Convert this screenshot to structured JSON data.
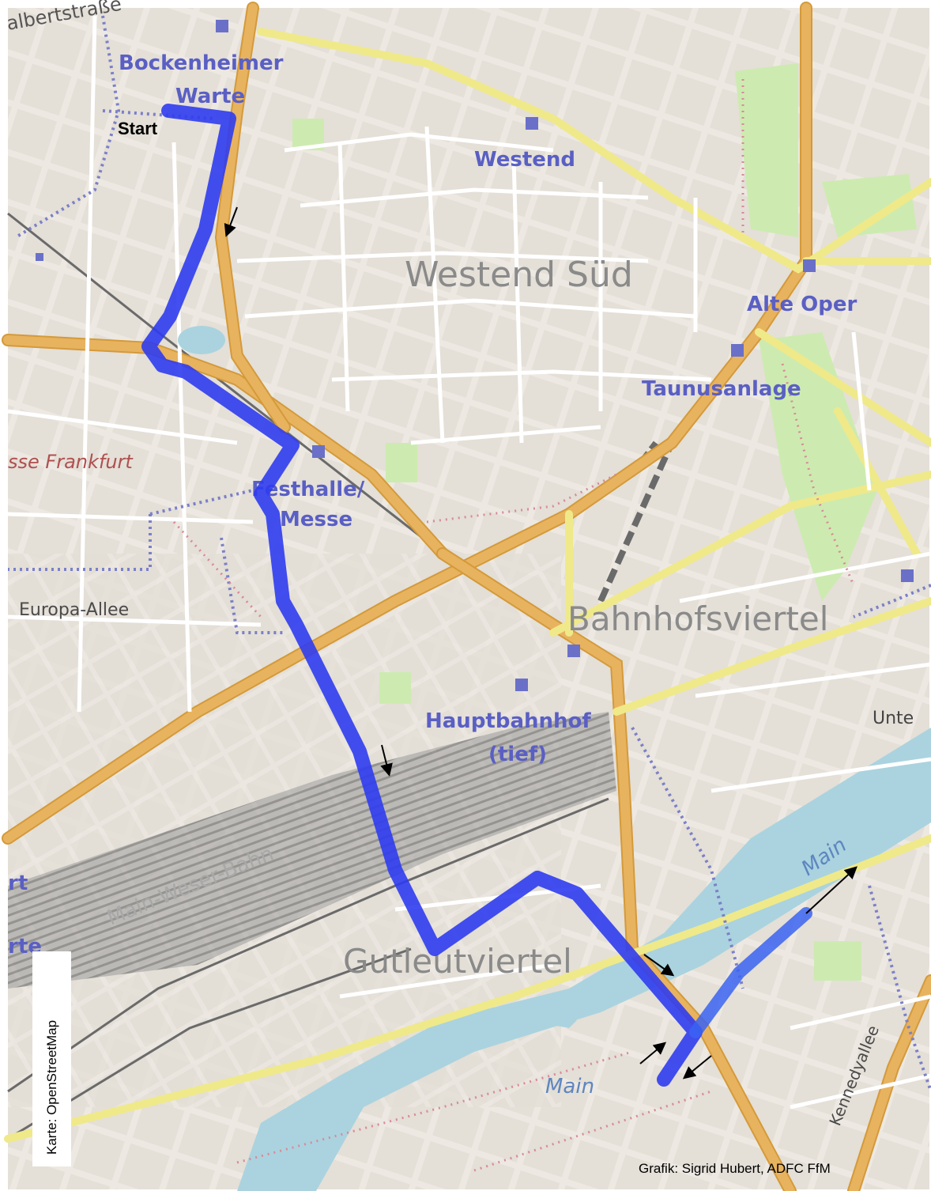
{
  "map": {
    "districts": [
      "Westend Süd",
      "Bahnhofsviertel",
      "Gutleutviertel"
    ],
    "stations": [
      "Bockenheimer",
      "Warte",
      "Westend",
      "Alte Oper",
      "Taunusanlage",
      "Festhalle/",
      "Messe",
      "Hauptbahnhof",
      "(tief)"
    ],
    "roads": [
      "Europa-Allee",
      "Kennedyallee",
      "Main-Weser-Bahn"
    ],
    "cut_labels": [
      "albertstraße",
      "sse Frankfurt",
      "Unte",
      "rt",
      "rte"
    ],
    "water_labels": [
      "Main",
      "Main"
    ],
    "route": {
      "start_label": "Start",
      "color": "#2f3cf0"
    }
  },
  "credits": {
    "map_source": "Karte: OpenStreetMap",
    "graphic": "Grafik: Sigrid Hubert, ADFC FfM"
  },
  "colors": {
    "land": "#f2efe9",
    "block": "#e3dfd8",
    "road_major": "#e8b35f",
    "road_secondary": "#f4f29e",
    "river": "#aad3df",
    "park": "#cdebb0",
    "rail": "#7a7a7a",
    "route": "#2f3cf0"
  }
}
